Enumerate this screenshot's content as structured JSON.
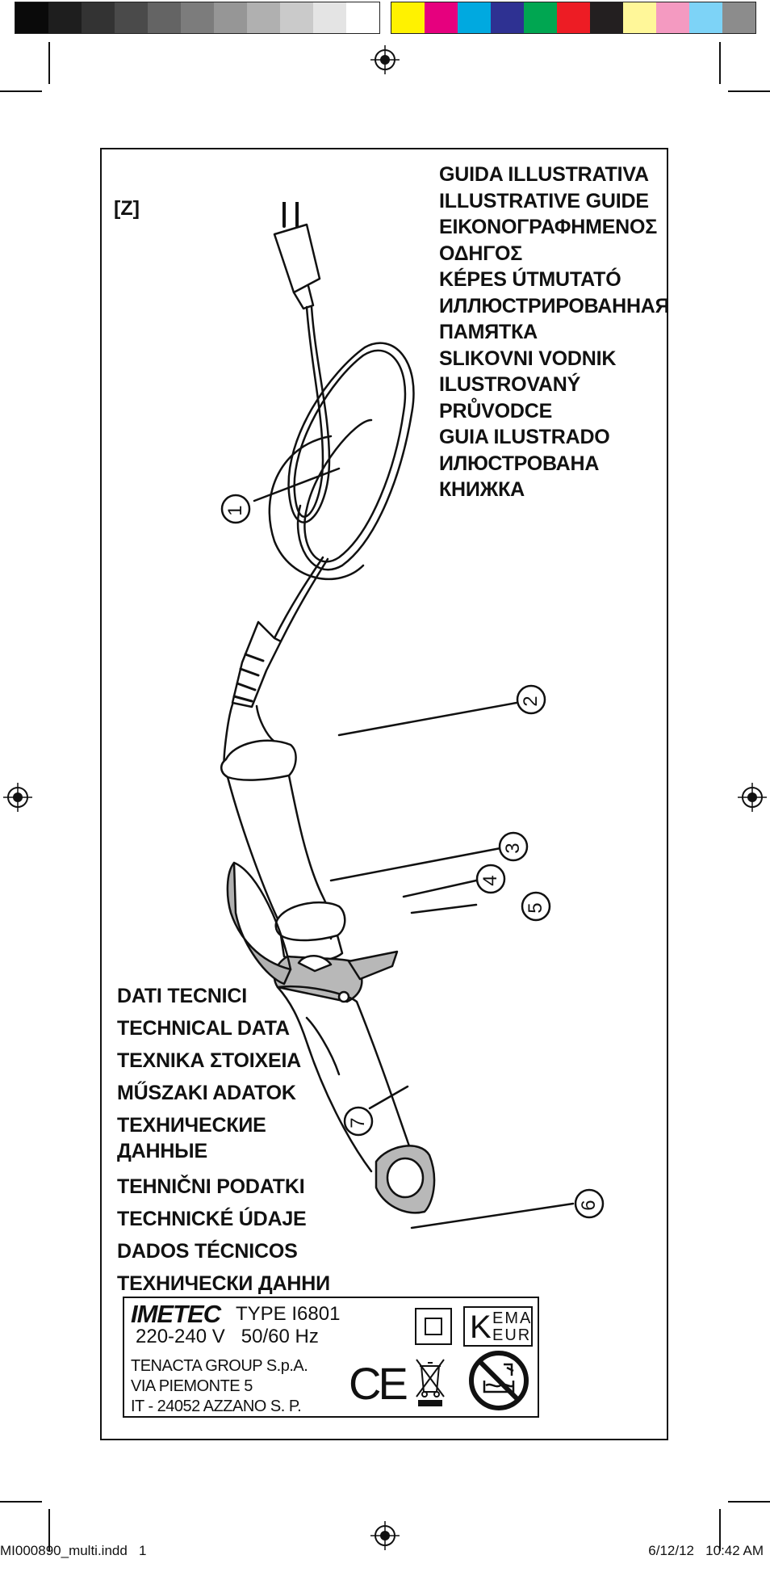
{
  "colors": {
    "grayscale": [
      "#0a0a0a",
      "#1e1e1e",
      "#333333",
      "#4a4a4a",
      "#646464",
      "#7c7c7c",
      "#969696",
      "#b0b0b0",
      "#cacaca",
      "#e4e4e4",
      "#ffffff"
    ],
    "process": [
      "#fff200",
      "#e6007e",
      "#00a9e0",
      "#2e3192",
      "#00a651",
      "#ed1c24",
      "#231f20",
      "#fff799",
      "#f49ac1",
      "#7dd3f7",
      "#8c8c8c"
    ]
  },
  "figure_label": "[Z]",
  "guide_titles": [
    "GUIDA ILLUSTRATIVA",
    "ILLUSTRATIVE GUIDE",
    "ΕΙΚΟΝΟΓΡΑΦΗΜΕΝΟΣ",
    "ΟΔΗΓΟΣ",
    "KÉPES ÚTMUTATÓ",
    "ИЛЛЮСТРИРОВАННАЯ",
    "ПАМЯТКА",
    "SLIKOVNI VODNIK",
    "ILUSTROVANÝ",
    "PRŮVODCE",
    "GUIA ILUSTRADO",
    "ИЛЮСТРОВАНА",
    "КНИЖКА"
  ],
  "callouts": [
    "1",
    "2",
    "3",
    "4",
    "5",
    "6",
    "7"
  ],
  "tech_titles": {
    "t1": "DATI TECNICI",
    "t2": "TECHNICAL DATA",
    "t3": "ΤΕΧΝΙΚΑ ΣΤΟΙΧΕΙΑ",
    "t4": "MŰSZAKI ADATOK",
    "t5a": "ТЕХНИЧЕСКИЕ",
    "t5b": "ДАННЫЕ",
    "t6": "TEHNIČNI PODATKI",
    "t7": "TECHNICKÉ ÚDAJE",
    "t8": "DADOS TÉCNICOS",
    "t9": "ТЕХНИЧЕСКИ ДАННИ"
  },
  "rating_plate": {
    "brand": "IMETEC",
    "type": "TYPE I6801",
    "voltage": "220-240 V",
    "frequency": "50/60 Hz",
    "address": [
      "TENACTA GROUP S.p.A.",
      "VIA PIEMONTE 5",
      "IT - 24052 AZZANO S. P."
    ],
    "kema_top": "EMA",
    "kema_k": "K",
    "kema_bottom": "EUR",
    "ce_mark": "CE",
    "icons": [
      "double-insulation-icon",
      "kema-keur-icon",
      "ce-mark-icon",
      "weee-bin-icon",
      "no-bath-icon"
    ]
  },
  "footer": {
    "file": "MI000890_multi.indd   1",
    "date": "6/12/12   10:42 AM"
  }
}
